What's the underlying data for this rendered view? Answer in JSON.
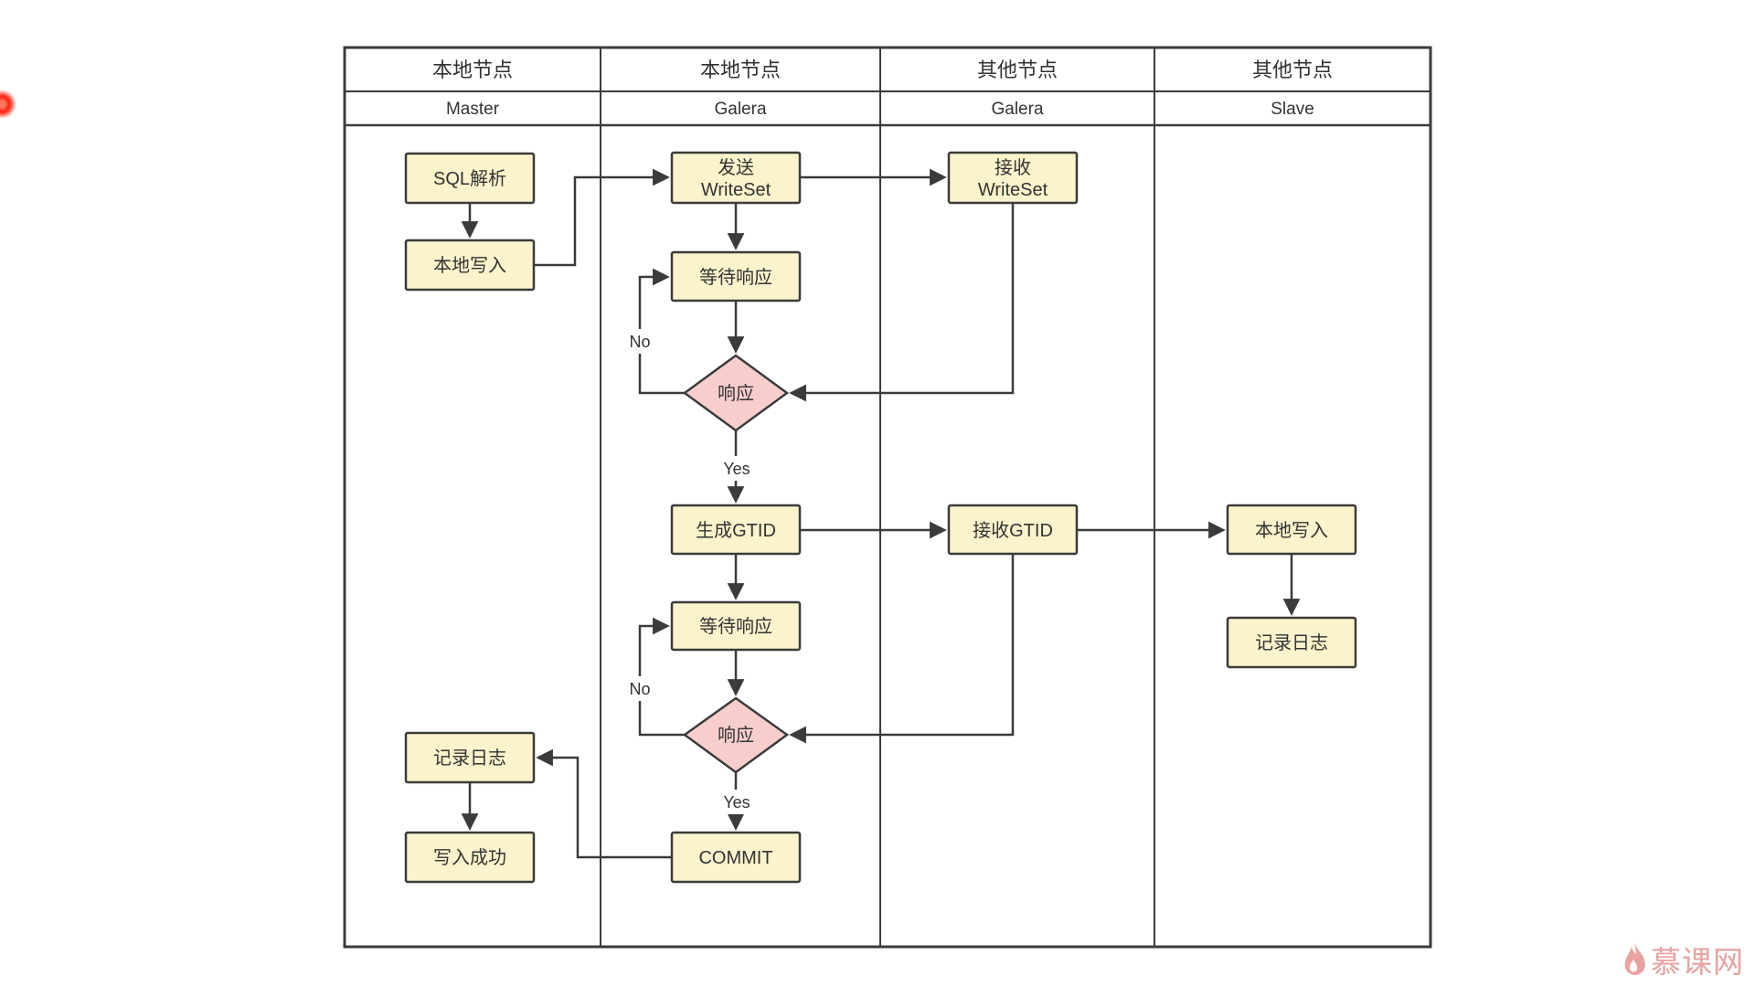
{
  "page": {
    "background": "#ffffff"
  },
  "pointer": {
    "type": "red-glow-dot",
    "color": "#fb1604"
  },
  "watermark": {
    "text": "慕课网",
    "color": "#E8A2A2",
    "icon": "flame-icon"
  },
  "diagram": {
    "colors": {
      "node_fill": "#FBF3CB",
      "decision_fill": "#F8CECC",
      "stroke": "#3b3b3b",
      "text": "#333333"
    },
    "lanes": [
      {
        "title": "本地节点",
        "subtitle": "Master"
      },
      {
        "title": "本地节点",
        "subtitle": "Galera"
      },
      {
        "title": "其他节点",
        "subtitle": "Galera"
      },
      {
        "title": "其他节点",
        "subtitle": "Slave"
      }
    ],
    "nodes": {
      "sql_parse": "SQL解析",
      "local_write_master": "本地写入",
      "send_writeset_l1": "发送",
      "send_writeset_l2": "WriteSet",
      "recv_writeset_l1": "接收",
      "recv_writeset_l2": "WriteSet",
      "wait_response_1": "等待响应",
      "response_1": "响应",
      "gen_gtid": "生成GTID",
      "recv_gtid": "接收GTID",
      "wait_response_2": "等待响应",
      "response_2": "响应",
      "commit": "COMMIT",
      "log_master": "记录日志",
      "write_success": "写入成功",
      "local_write_slave": "本地写入",
      "log_slave": "记录日志"
    },
    "edge_labels": {
      "no_1": "No",
      "yes_1": "Yes",
      "no_2": "No",
      "yes_2": "Yes"
    }
  }
}
